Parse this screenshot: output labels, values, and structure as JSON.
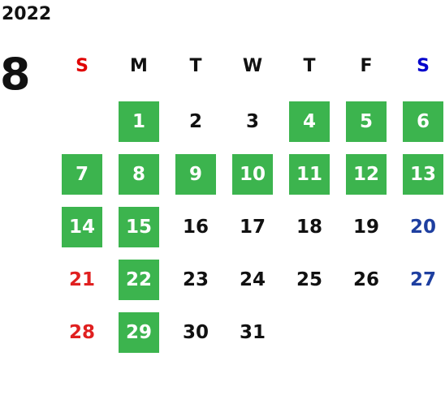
{
  "year": "2022",
  "month": "8",
  "colors": {
    "text": "#111111",
    "highlight_bg": "#3cb44e",
    "highlight_text": "#ffffff",
    "sunday": "#e02020",
    "saturday": "#1e3fa0",
    "weekday_sunday": "#e00000",
    "weekday_saturday": "#0000cc"
  },
  "weekdays": [
    "S",
    "M",
    "T",
    "W",
    "T",
    "F",
    "S"
  ],
  "first_weekday_index": 1,
  "days_in_month": 31,
  "days": [
    {
      "label": "1",
      "highlighted": true
    },
    {
      "label": "2",
      "highlighted": false
    },
    {
      "label": "3",
      "highlighted": false
    },
    {
      "label": "4",
      "highlighted": true
    },
    {
      "label": "5",
      "highlighted": true
    },
    {
      "label": "6",
      "highlighted": true
    },
    {
      "label": "7",
      "highlighted": true
    },
    {
      "label": "8",
      "highlighted": true
    },
    {
      "label": "9",
      "highlighted": true
    },
    {
      "label": "10",
      "highlighted": true
    },
    {
      "label": "11",
      "highlighted": true
    },
    {
      "label": "12",
      "highlighted": true
    },
    {
      "label": "13",
      "highlighted": true
    },
    {
      "label": "14",
      "highlighted": true
    },
    {
      "label": "15",
      "highlighted": true
    },
    {
      "label": "16",
      "highlighted": false
    },
    {
      "label": "17",
      "highlighted": false
    },
    {
      "label": "18",
      "highlighted": false
    },
    {
      "label": "19",
      "highlighted": false
    },
    {
      "label": "20",
      "highlighted": false
    },
    {
      "label": "21",
      "highlighted": false
    },
    {
      "label": "22",
      "highlighted": true
    },
    {
      "label": "23",
      "highlighted": false
    },
    {
      "label": "24",
      "highlighted": false
    },
    {
      "label": "25",
      "highlighted": false
    },
    {
      "label": "26",
      "highlighted": false
    },
    {
      "label": "27",
      "highlighted": false
    },
    {
      "label": "28",
      "highlighted": false
    },
    {
      "label": "29",
      "highlighted": true
    },
    {
      "label": "30",
      "highlighted": false
    },
    {
      "label": "31",
      "highlighted": false
    }
  ]
}
